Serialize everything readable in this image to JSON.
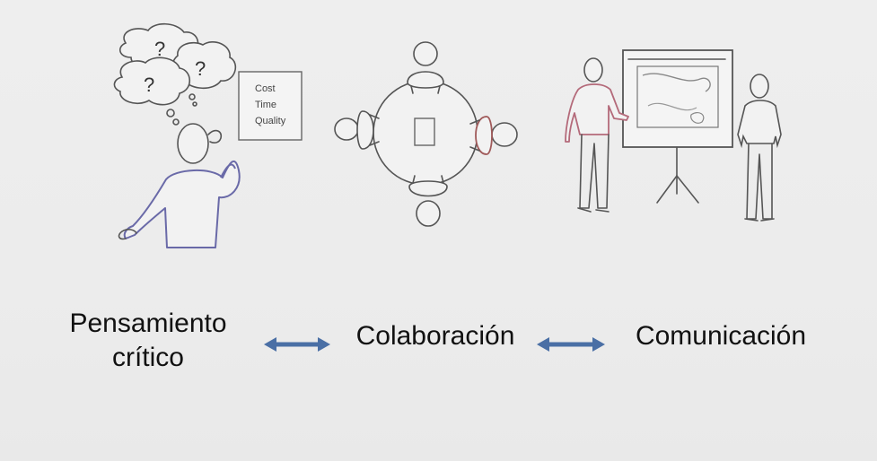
{
  "labels": {
    "critical_thinking": "Pensamiento\ncrítico",
    "collaboration": "Colaboración",
    "communication": "Comunicación"
  },
  "thinking_note": {
    "line1": "Cost",
    "line2": "Time",
    "line3": "Quality"
  },
  "thought_symbol": "?",
  "colors": {
    "arrow": "#4a6fa5",
    "sweater": "#6a6aa8",
    "presenter_accent": "#b46a7a"
  }
}
